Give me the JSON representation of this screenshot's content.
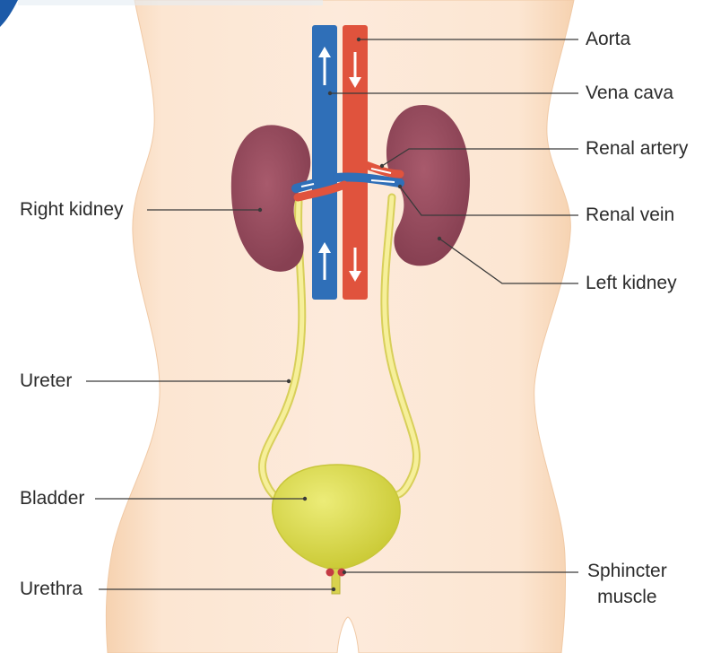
{
  "diagram": {
    "labels": {
      "aorta": "Aorta",
      "vena_cava": "Vena cava",
      "renal_artery": "Renal artery",
      "renal_vein": "Renal vein",
      "left_kidney": "Left kidney",
      "right_kidney": "Right kidney",
      "ureter": "Ureter",
      "bladder": "Bladder",
      "urethra": "Urethra",
      "sphincter_muscle_line1": "Sphincter",
      "sphincter_muscle_line2": "muscle"
    },
    "colors": {
      "skin": "#fbe3cd",
      "skin_edge": "#f3d2b4",
      "kidney": "#9a4a5c",
      "artery": "#e0533d",
      "vein": "#2f6fb8",
      "ureter": "#f2ea8a",
      "bladder": "#dede4a",
      "sphincter": "#c43a44",
      "leader_line": "#3a3a3a",
      "corner_accent": "#1c5aa8"
    }
  }
}
